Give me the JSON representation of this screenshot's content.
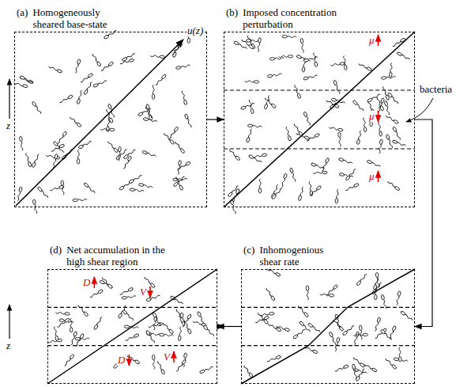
{
  "diagram": {
    "nodes": [
      {
        "text": [
          "(a)",
          "Homogeneously sheared base-state"
        ]
      },
      {
        "text": [
          "(b)",
          "Imposed concentration perturbation"
        ]
      },
      {
        "text": [
          "(c)",
          "Inhomogenious shear rate"
        ]
      },
      {
        "text": [
          "(d)",
          "Net accumulation in the high shear region"
        ]
      }
    ],
    "edges": [
      {
        "from": 0,
        "to": 1,
        "arrow": "to"
      },
      {
        "from": 1,
        "to": 2,
        "arrow": "to"
      },
      {
        "from": 2,
        "to": 3,
        "arrow": "to"
      },
      {
        "from": 3,
        "to": 1,
        "arrow": "to"
      }
    ],
    "labels": [
      "z",
      "u(z)",
      "bacteria",
      "μ",
      "μ",
      "μ",
      "z",
      "D",
      "V",
      "D",
      "V"
    ]
  }
}
